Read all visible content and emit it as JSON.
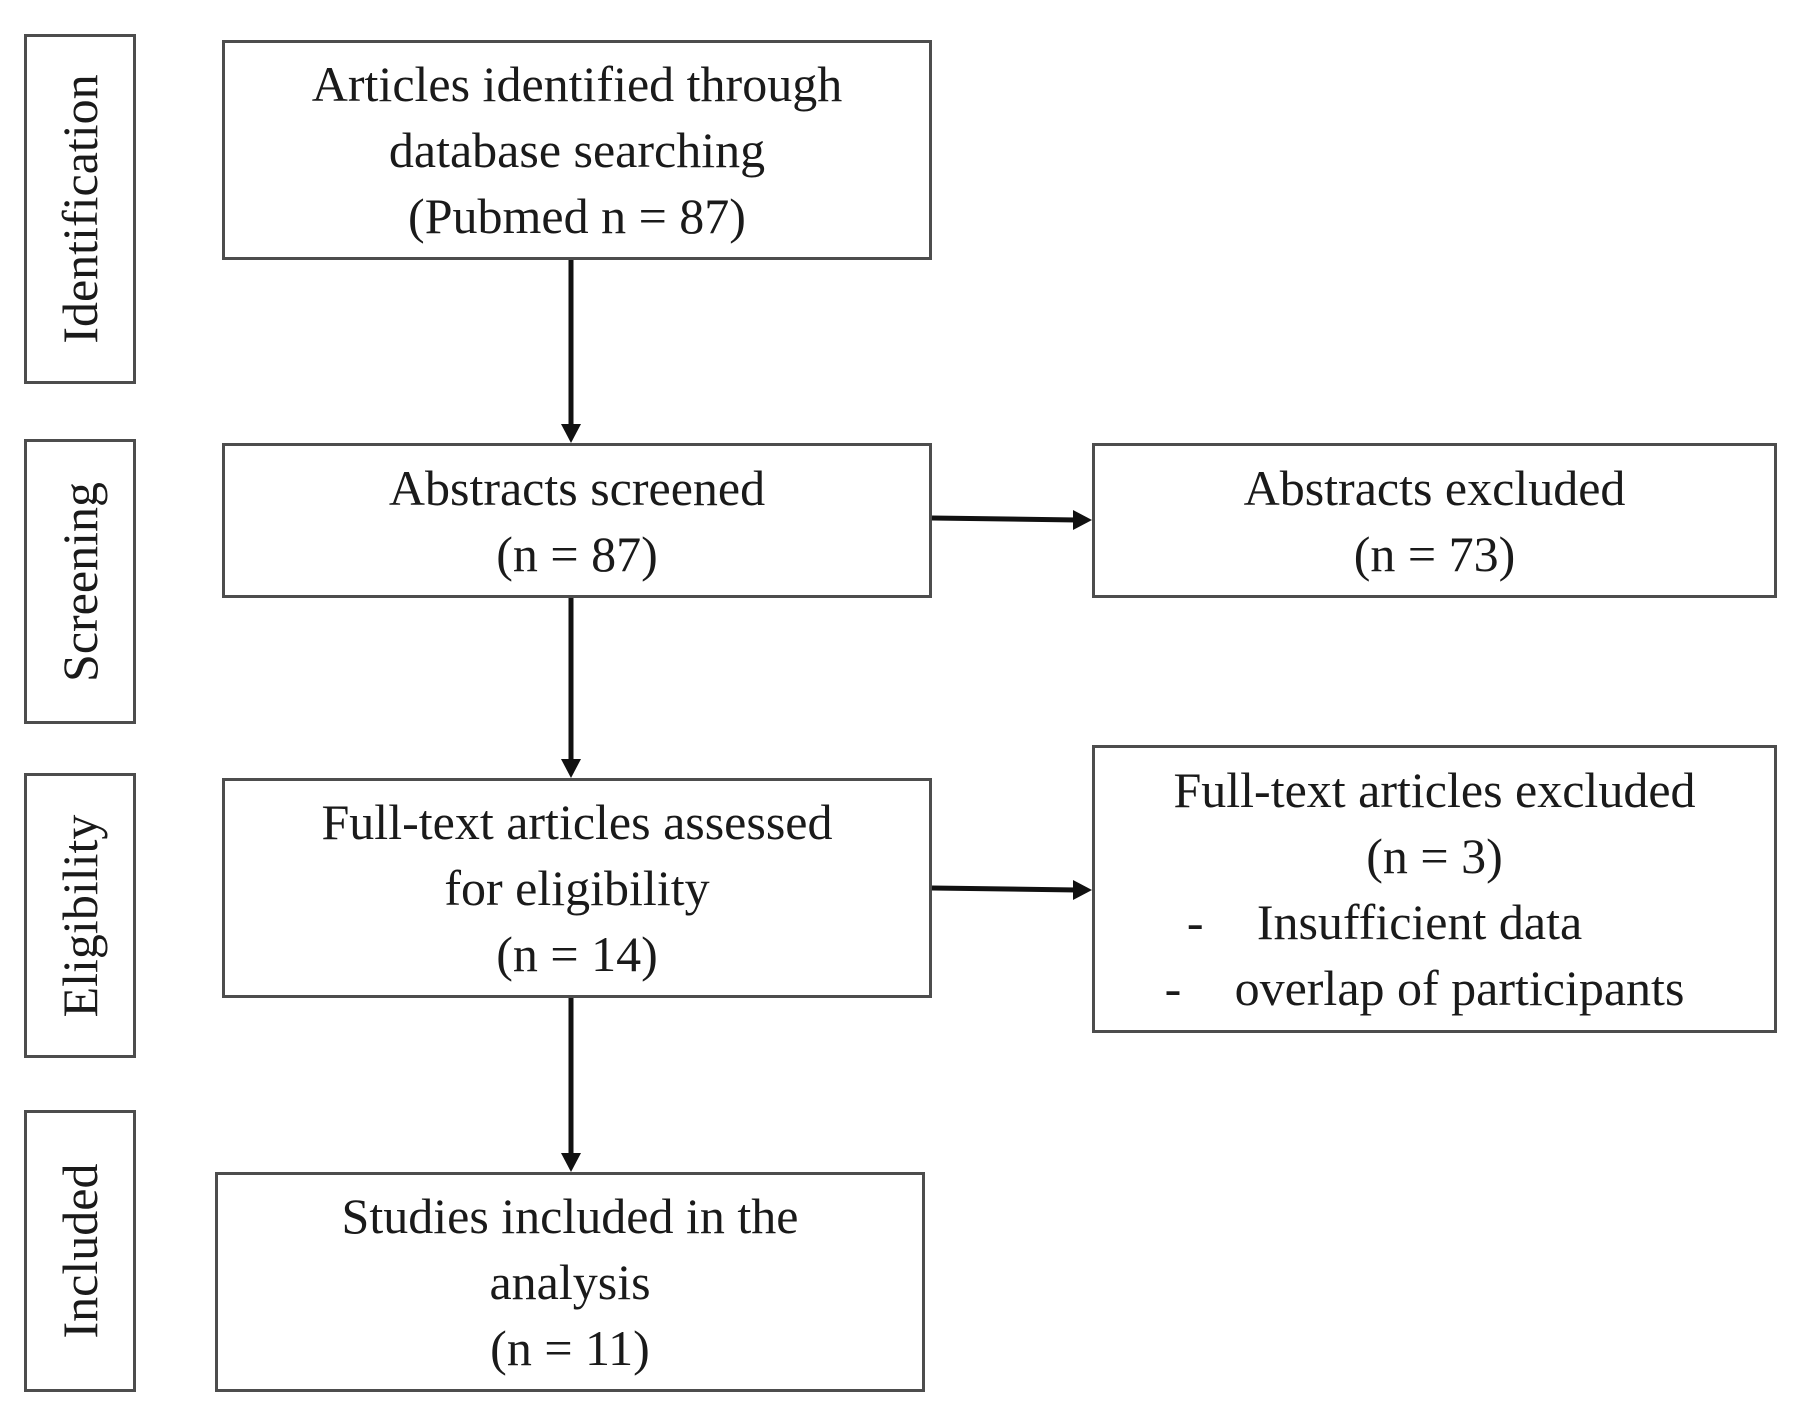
{
  "stages": {
    "identification": "Identification",
    "screening": "Screening",
    "eligibility": "Eligibility",
    "included": "Included"
  },
  "boxes": {
    "identified": {
      "line1": "Articles identified through",
      "line2": "database searching",
      "line3": "(Pubmed n = 87)"
    },
    "screened": {
      "line1": "Abstracts screened",
      "line2": "(n = 87)"
    },
    "excluded_abstracts": {
      "line1": "Abstracts excluded",
      "line2": "(n = 73)"
    },
    "assessed": {
      "line1": "Full-text articles assessed",
      "line2": "for eligibility",
      "line3": "(n = 14)"
    },
    "excluded_fulltext": {
      "line1": "Full-text articles excluded",
      "line2": "(n = 3)",
      "bullet_dash": "-",
      "reason1": "Insufficient data",
      "reason2": "overlap of participants"
    },
    "included": {
      "line1": "Studies included in the",
      "line2": "analysis",
      "line3": "(n = 11)"
    }
  }
}
